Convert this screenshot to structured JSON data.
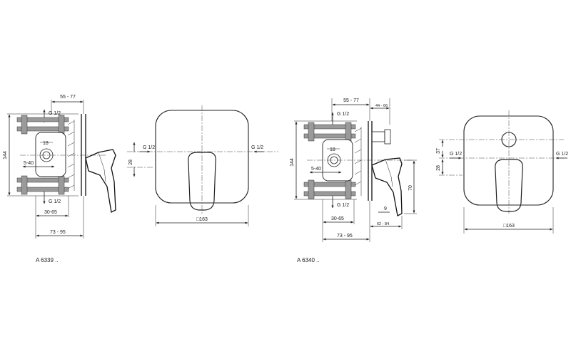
{
  "left_drawing": {
    "caption": "A 6339 ..",
    "dim_top": "55 - 77",
    "dim_height": "144",
    "dim_18": "18",
    "dim_5_40": "5-40",
    "dim_30_65": "30-65",
    "dim_73_95": "73 - 95",
    "thread_top": "G 1/2",
    "thread_bottom": "G 1/2",
    "front_thread_left": "G 1/2",
    "front_thread_right": "G 1/2",
    "front_dim_28": "28",
    "front_dim_width": "□163"
  },
  "right_drawing": {
    "caption": "A 6340 ..",
    "dim_top": "55 - 77",
    "dim_44_66": "44 - 66",
    "dim_height": "144",
    "dim_18": "18",
    "dim_5_40": "5-40",
    "dim_30_65": "30-65",
    "dim_73_95": "73 - 95",
    "dim_62_84": "62 - 84",
    "dim_9": "9",
    "dim_70": "70",
    "thread_top": "G 1/2",
    "thread_bottom": "G 1/2",
    "front_thread_left": "G 1/2",
    "front_thread_right": "G 1/2",
    "front_dim_37": "37",
    "front_dim_28": "28",
    "front_dim_width": "□163"
  }
}
